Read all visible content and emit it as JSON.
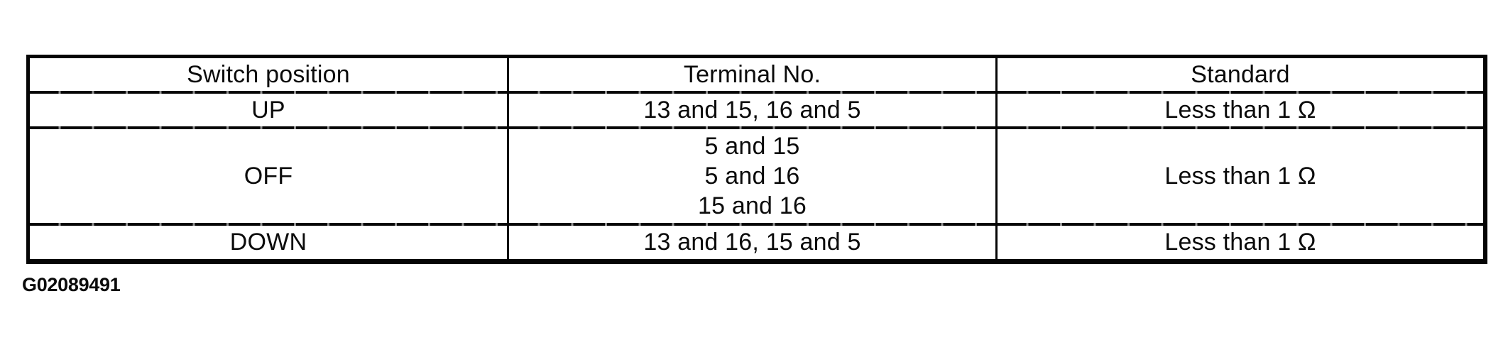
{
  "document": {
    "figure_id": "G02089491"
  },
  "colors": {
    "ink": "#0b0b0b",
    "paper": "#ffffff"
  },
  "table": {
    "headers": [
      "Switch position",
      "Terminal No.",
      "Standard"
    ],
    "rows": [
      {
        "switch_position": "UP",
        "terminal_no": [
          "13 and 15, 16 and 5"
        ],
        "standard": "Less than 1 Ω"
      },
      {
        "switch_position": "OFF",
        "terminal_no": [
          "5 and 15",
          "5 and 16",
          "15 and 16"
        ],
        "standard": "Less than 1 Ω"
      },
      {
        "switch_position": "DOWN",
        "terminal_no": [
          "13 and 16, 15 and 5"
        ],
        "standard": "Less than 1 Ω"
      }
    ]
  }
}
